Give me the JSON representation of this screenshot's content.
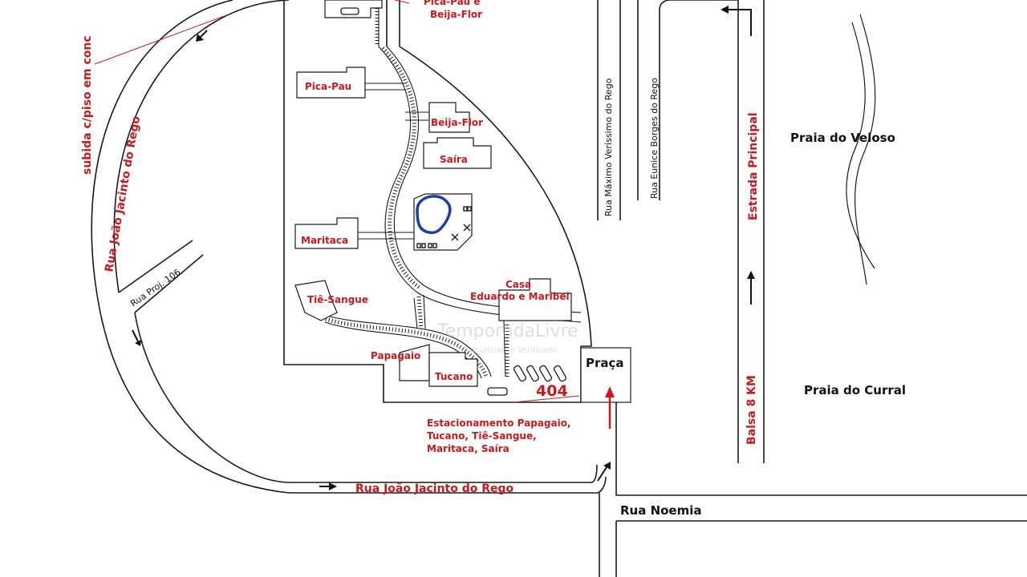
{
  "labels": {
    "pica_pau_beija_flor_1": "Pica-Pau e",
    "pica_pau_beija_flor_2": "Beija-Flor",
    "pica_pau": "Pica-Pau",
    "beija_flor": "Beija-Flor",
    "saira": "Saíra",
    "maritaca": "Maritaca",
    "casa_1": "Casa",
    "casa_2": "Eduardo e Maribel",
    "tie_sangue": "Tiê-Sangue",
    "papagaio": "Papagaio",
    "tucano": "Tucano",
    "praca": "Praça",
    "number": "404",
    "parking_1": "Estacionamento Papagaio,",
    "parking_2": "Tucano, Tiê-Sangue,",
    "parking_3": "Maritaca, Saíra",
    "subida": "subida c/piso em conc",
    "rua_joao_vertical": "Rua João Jacinto do Rego",
    "rua_joao_bottom": "Rua João Jacinto do Rego",
    "rua_proj": "Rua Proj. 106",
    "rua_maximo": "Rua Máximo Veríssimo do Rego",
    "rua_eunice": "Rua Eunice Borges do Rego",
    "estrada": "Estrada Principal",
    "balsa": "Balsa 8 KM",
    "praia_veloso": "Praia do Veloso",
    "praia_curral": "Praia do Curral",
    "rua_noemia": "Rua Noemia",
    "watermark_1": "TemporadaLivre",
    "watermark_2": "Anunciante Verificado"
  },
  "colors": {
    "label_red": "#c8191e",
    "pool_blue": "#1f3fa8",
    "road_black": "#1a1a1a"
  }
}
